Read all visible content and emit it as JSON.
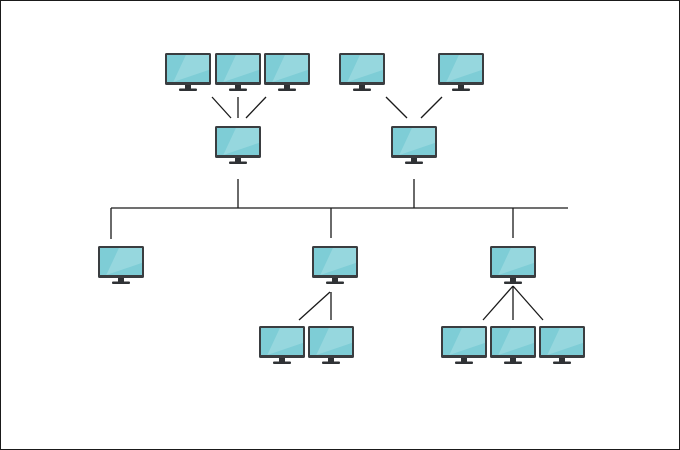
{
  "diagram": {
    "colors": {
      "line": "#1a1a1a",
      "bezel": "#3a3d40",
      "screen": "#7ecdd6",
      "screen_highlight": "#a9e0e6",
      "stand": "#2f3235"
    },
    "nodes": [
      {
        "id": "n1",
        "icon": "monitor-icon"
      },
      {
        "id": "n2",
        "icon": "monitor-icon"
      },
      {
        "id": "n3",
        "icon": "monitor-icon"
      },
      {
        "id": "n4",
        "icon": "monitor-icon"
      },
      {
        "id": "n5",
        "icon": "monitor-icon"
      },
      {
        "id": "hub-left",
        "icon": "monitor-icon"
      },
      {
        "id": "hub-right",
        "icon": "monitor-icon"
      },
      {
        "id": "drop-1",
        "icon": "monitor-icon"
      },
      {
        "id": "drop-2",
        "icon": "monitor-icon"
      },
      {
        "id": "drop-3",
        "icon": "monitor-icon"
      },
      {
        "id": "n6",
        "icon": "monitor-icon"
      },
      {
        "id": "n7",
        "icon": "monitor-icon"
      },
      {
        "id": "n8",
        "icon": "monitor-icon"
      },
      {
        "id": "n9",
        "icon": "monitor-icon"
      },
      {
        "id": "n10",
        "icon": "monitor-icon"
      }
    ],
    "edges": [
      [
        "n1",
        "hub-left"
      ],
      [
        "n2",
        "hub-left"
      ],
      [
        "n3",
        "hub-left"
      ],
      [
        "n4",
        "hub-right"
      ],
      [
        "n5",
        "hub-right"
      ],
      [
        "hub-left",
        "bus"
      ],
      [
        "hub-right",
        "bus"
      ],
      [
        "bus",
        "drop-1"
      ],
      [
        "bus",
        "drop-2"
      ],
      [
        "bus",
        "drop-3"
      ],
      [
        "drop-2",
        "n6"
      ],
      [
        "drop-2",
        "n7"
      ],
      [
        "drop-3",
        "n8"
      ],
      [
        "drop-3",
        "n9"
      ],
      [
        "drop-3",
        "n10"
      ]
    ]
  }
}
